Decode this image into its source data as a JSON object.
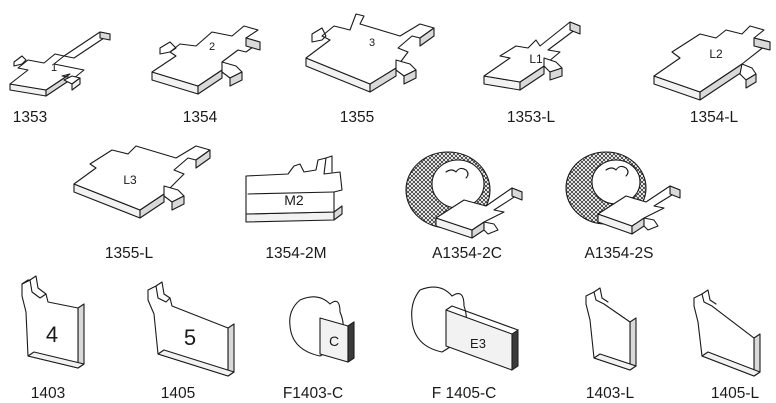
{
  "rows": [
    {
      "parts": [
        {
          "label": "1353",
          "mark": "1"
        },
        {
          "label": "1354",
          "mark": "2"
        },
        {
          "label": "1355",
          "mark": "3"
        },
        {
          "label": "1353-L",
          "mark": "L1"
        },
        {
          "label": "1354-L",
          "mark": "L2"
        }
      ]
    },
    {
      "parts": [
        {
          "label": "1355-L",
          "mark": "L3"
        },
        {
          "label": "1354-2M",
          "mark": "M2"
        },
        {
          "label": "A1354-2C"
        },
        {
          "label": "A1354-2S"
        }
      ]
    },
    {
      "parts": [
        {
          "label": "1403",
          "mark": "4"
        },
        {
          "label": "1405",
          "mark": "5"
        },
        {
          "label": "F1403-C",
          "mark": "C"
        },
        {
          "label": "F 1405-C",
          "mark": "E3"
        },
        {
          "label": "1403-L"
        },
        {
          "label": "1405-L"
        }
      ]
    }
  ]
}
